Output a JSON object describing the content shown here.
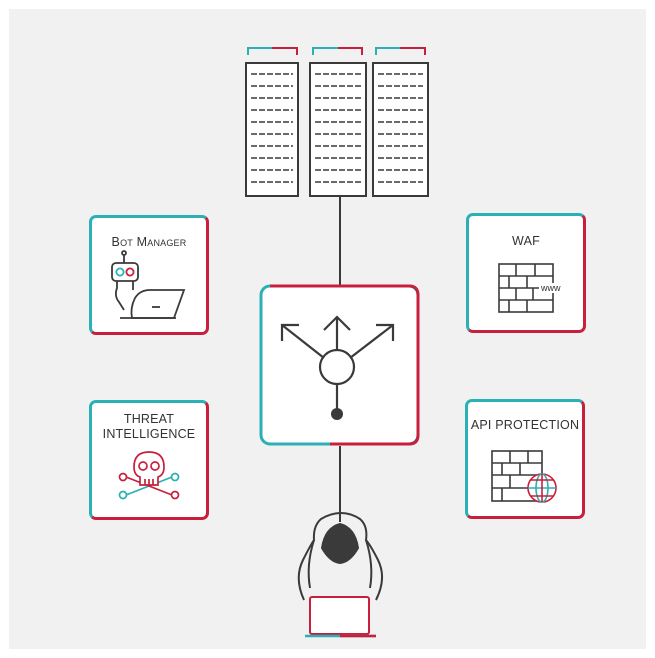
{
  "cards": {
    "bot_manager": {
      "label": "Bot Manager"
    },
    "waf": {
      "label": "WAF",
      "www_text": "www"
    },
    "threat_intelligence": {
      "label_line1": "THREAT",
      "label_line2": "INTELLIGENCE"
    },
    "api_protection": {
      "label": "API PROTECTION"
    }
  },
  "colors": {
    "teal": "#2bb0b5",
    "red": "#c8203c",
    "stroke": "#3a3a3a",
    "background": "#f1f1f1"
  },
  "icons": {
    "servers": "server-rack-icon",
    "load_balancer": "traffic-split-icon",
    "attacker": "hooded-hacker-icon",
    "bot": "robot-laptop-icon",
    "firewall": "brick-wall-icon",
    "threat": "skull-crossbones-icon",
    "api": "brick-wall-globe-icon"
  }
}
